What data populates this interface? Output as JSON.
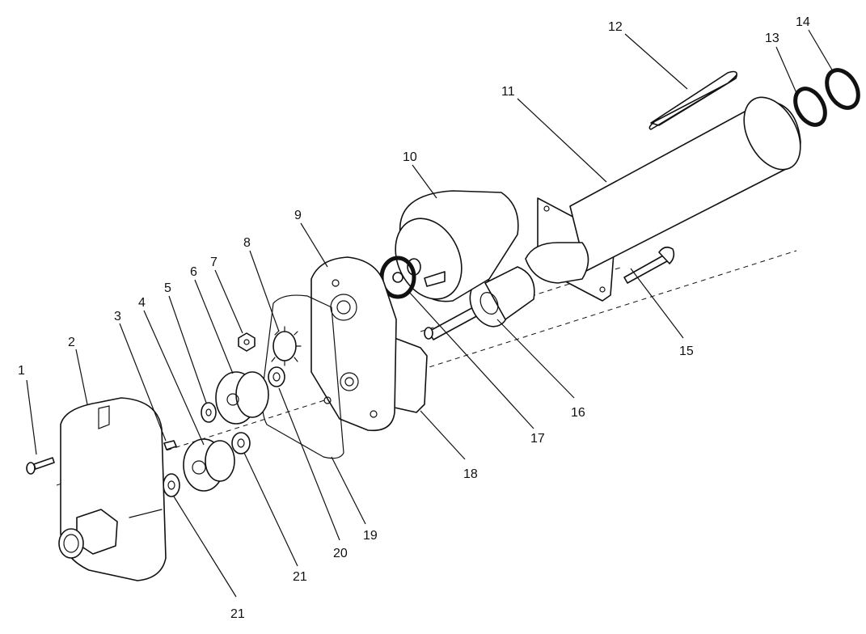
{
  "callouts": [
    "1",
    "2",
    "3",
    "4",
    "5",
    "6",
    "7",
    "8",
    "9",
    "10",
    "11",
    "12",
    "13",
    "14",
    "15",
    "16",
    "17",
    "18",
    "19",
    "20",
    "21",
    "21"
  ],
  "ink_color": "#111111",
  "background_color": "#ffffff"
}
